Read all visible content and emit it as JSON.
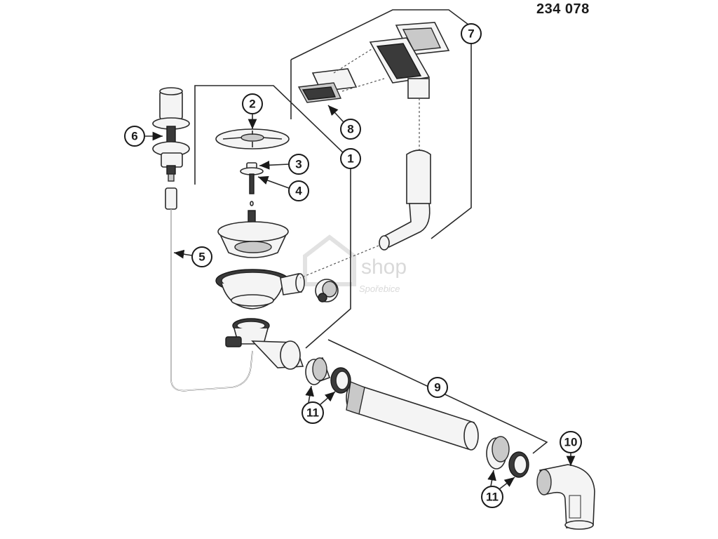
{
  "document": {
    "part_number": "234 078"
  },
  "callouts": [
    {
      "id": "1",
      "label": "1"
    },
    {
      "id": "2",
      "label": "2"
    },
    {
      "id": "3",
      "label": "3"
    },
    {
      "id": "4",
      "label": "4"
    },
    {
      "id": "5",
      "label": "5"
    },
    {
      "id": "6",
      "label": "6"
    },
    {
      "id": "7",
      "label": "7"
    },
    {
      "id": "8",
      "label": "8"
    },
    {
      "id": "9",
      "label": "9"
    },
    {
      "id": "10",
      "label": "10"
    },
    {
      "id": "11a",
      "label": "11"
    },
    {
      "id": "11b",
      "label": "11"
    }
  ],
  "watermark": {
    "brand": "shop",
    "sub": "Spořebice"
  }
}
